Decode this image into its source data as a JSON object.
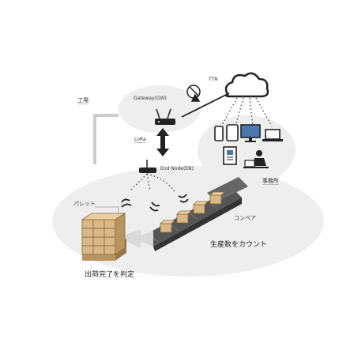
{
  "labels": {
    "factory": "工場",
    "gateway": "Gateway(GW)",
    "ttn": "TTN",
    "lora": "LoRa",
    "end_node": "End Node(EN)",
    "office": "事務所",
    "pallet": "パレット",
    "conveyor": "コンベア",
    "count": "生産数をカウント",
    "shipping": "出荷完了を判定"
  },
  "colors": {
    "zone_fill": "#eeeeee",
    "line": "#222222",
    "box": "#d8b985",
    "box_dark": "#b8955f",
    "belt": "#555555",
    "screen_blue": "#4a78b0",
    "text": "#333333"
  },
  "icons": [
    "router-icon",
    "satellite-dish-icon",
    "cloud-icon",
    "smartphone-icon",
    "tablet-icon",
    "monitor-icon",
    "laptop-icon",
    "document-icon",
    "person-at-desk-icon",
    "end-node-icon",
    "wireless-signal-icon",
    "pallet-of-boxes-icon",
    "conveyor-belt-icon"
  ]
}
